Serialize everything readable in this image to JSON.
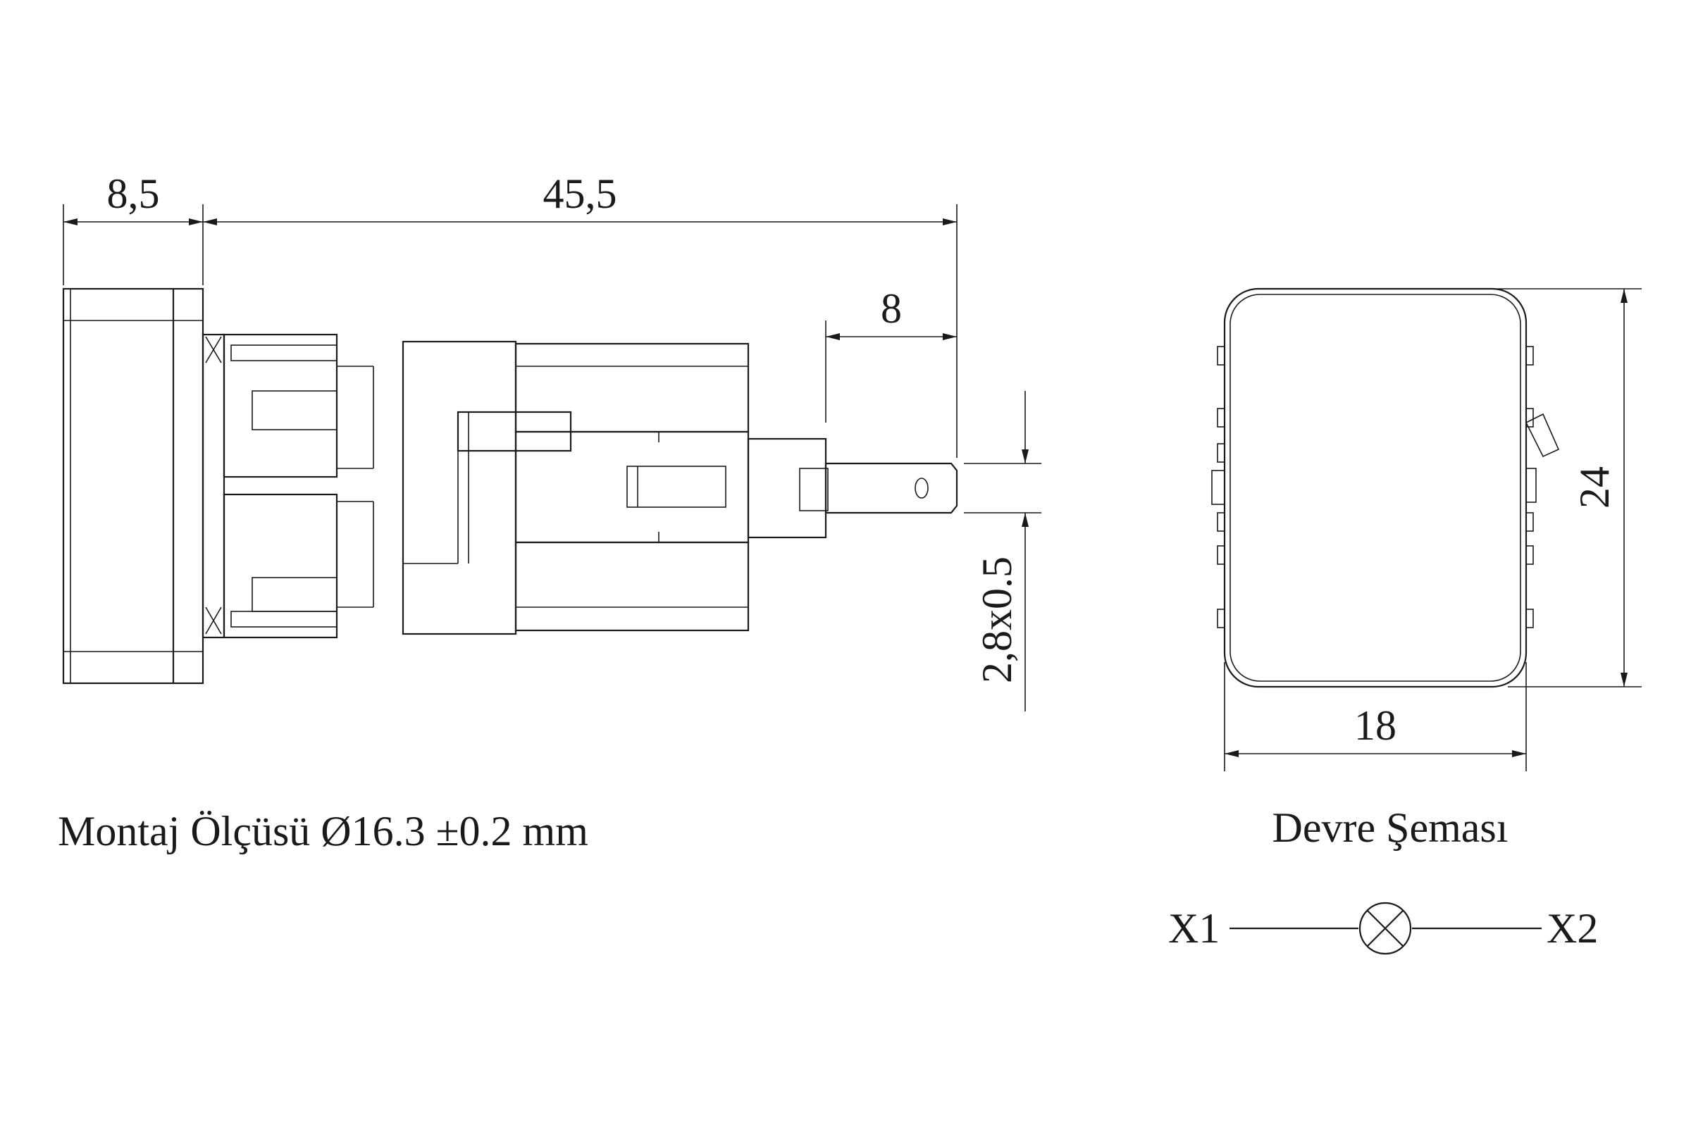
{
  "dimensions": {
    "front_depth": "8,5",
    "body_length": "45,5",
    "terminal_length": "8",
    "terminal_size": "2,8x0.5",
    "height": "24",
    "width": "18"
  },
  "captions": {
    "mounting": "Montaj Ölçüsü Ø16.3 ±0.2 mm",
    "circuit": "Devre Şeması"
  },
  "circuit": {
    "terminal_left": "X1",
    "terminal_right": "X2"
  }
}
